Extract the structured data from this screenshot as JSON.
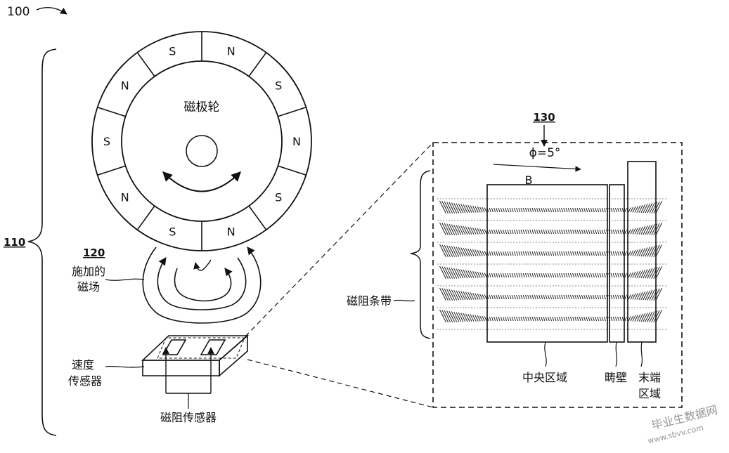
{
  "refs": {
    "r100": "100",
    "r110": "110",
    "r120": "120",
    "r130": "130"
  },
  "wheel": {
    "label": "磁极轮",
    "poles": [
      "S",
      "N",
      "S",
      "N",
      "S",
      "N",
      "S",
      "N",
      "S",
      "N"
    ]
  },
  "field": {
    "line1": "施加的",
    "line2": "磁场"
  },
  "speed_sensor": {
    "line1": "速度",
    "line2": "传感器"
  },
  "mr_sensor": "磁阻传感器",
  "detail": {
    "phi": "ϕ=5°",
    "b_label": "B",
    "strips": "磁阻条带",
    "center": "中央区域",
    "wall": "畴壁",
    "end1": "末端",
    "end2": "区域"
  },
  "watermark": {
    "line1": "毕业生数据网",
    "line2": "www.sbvv.com"
  }
}
